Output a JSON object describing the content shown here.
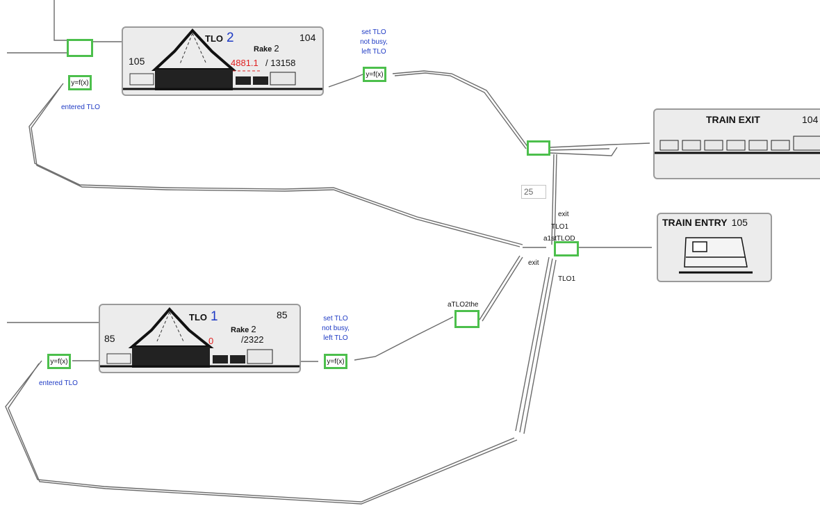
{
  "tlo2": {
    "title": "TLO",
    "number": "2",
    "count_top": "104",
    "count_left": "105",
    "rake_label": "Rake",
    "rake_value": "2",
    "loaded": "4881.1",
    "total": "/ 13158"
  },
  "tlo1": {
    "title": "TLO",
    "number": "1",
    "count_top": "85",
    "count_left": "85",
    "rake_label": "Rake",
    "rake_value": "2",
    "loaded": "0",
    "total": "/2322"
  },
  "train_exit": {
    "title": "TRAIN EXIT",
    "count": "104"
  },
  "train_entry": {
    "title": "TRAIN ENTRY",
    "count": "105"
  },
  "functions": {
    "label": "y=f(x)"
  },
  "notes": {
    "entered_tlo": "entered TLO",
    "set_tlo_1": "set TLO",
    "set_tlo_2": "not busy,",
    "set_tlo_3": "left TLO"
  },
  "ports": {
    "exit": "exit",
    "tlo1": "TLO1",
    "a1st": "a1stTLOD",
    "atlo2": "aTLO2the"
  },
  "input_value": "25",
  "colors": {
    "accent_green": "#4cbf4c",
    "red_value": "#e02020",
    "blue_text": "#1d39c4"
  }
}
